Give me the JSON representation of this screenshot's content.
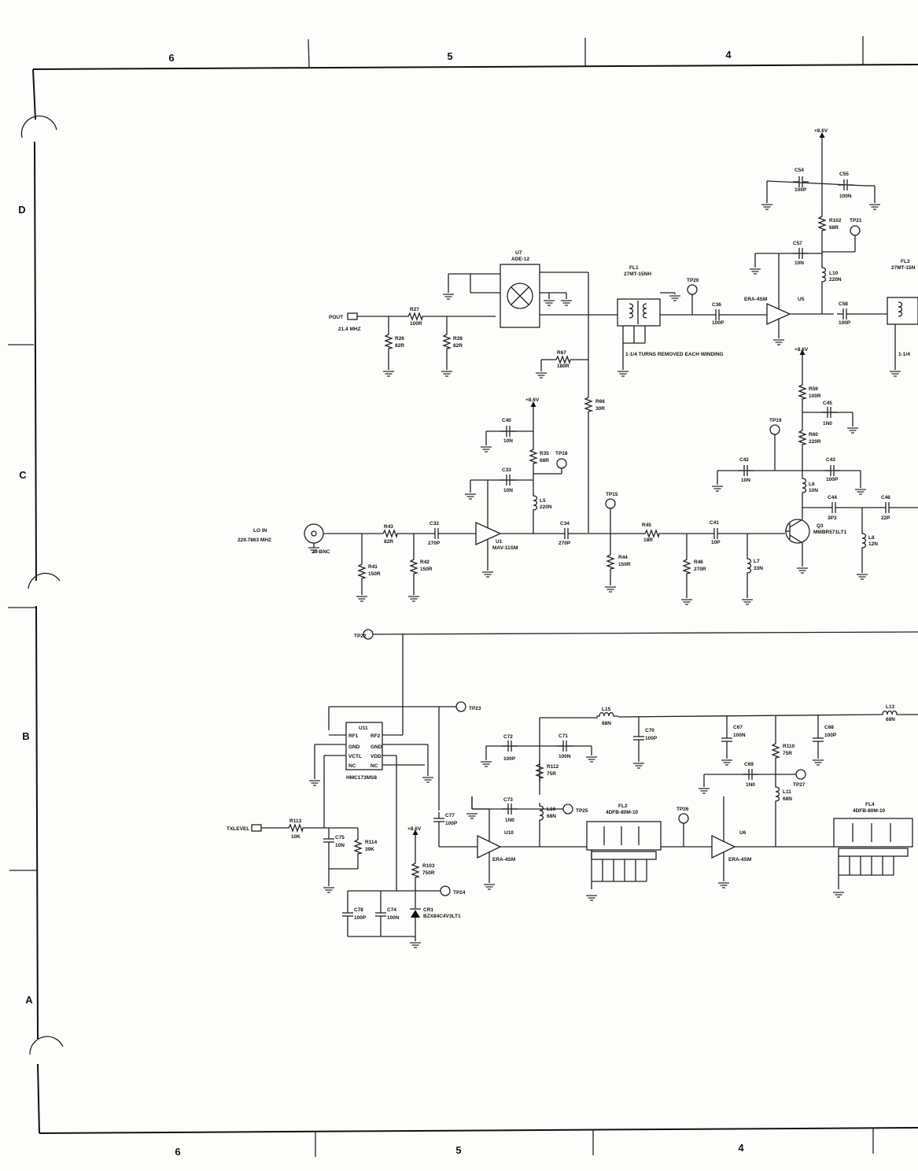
{
  "frame": {
    "col_labels_top": [
      "6",
      "5",
      "4"
    ],
    "col_labels_bottom": [
      "6",
      "5",
      "4"
    ],
    "row_labels": [
      "D",
      "C",
      "B",
      "A"
    ]
  },
  "nets": {
    "pout": "POUT",
    "pout_freq": "21.4 MHZ",
    "lo_in": "LO IN",
    "lo_freq": "229.7863 MHZ",
    "txlevel": "TXLEVEL",
    "vcc_a": "+8.6V",
    "vcc_b": "+8.6V",
    "vcc_c": "+8.6V",
    "vcc_d": "+8.6V"
  },
  "notes": {
    "fl1_winding": "1-1/4 TURNS REMOVED EACH WINDING",
    "fl3_partial": "1-1/4"
  },
  "parts": {
    "u7": "U7",
    "u7_val": "ADE-12",
    "fl1": "FL1",
    "fl1_val": "27MT-15NH",
    "fl3": "FL3",
    "fl3_val": "27MT-15N",
    "u5": "U5",
    "u5_val": "ERA-4SM",
    "u1": "U1",
    "u1_val": "MAV-11SM",
    "u10": "U10",
    "u10_val": "ERA-4SM",
    "u6": "U6",
    "u6_val": "ERA-4SM",
    "u11": "U11",
    "u11_val": "HMC173MS8",
    "q3": "Q3",
    "q3_val": "MMBR571LT1",
    "fl2": "FL2",
    "fl2_val": "4DFB-80M-10",
    "fl4": "FL4",
    "fl4_val": "4DFB-80M-10",
    "d1": "CR1",
    "d1_val": "BZX84C4V3LT1",
    "j1_val": "J4-BNC",
    "r27": "R27",
    "r27_val": "100R",
    "r26": "R26",
    "r26_val": "82R",
    "r28": "R28",
    "r28_val": "82R",
    "r67": "R67",
    "r67_val": "180R",
    "r66": "R66",
    "r66_val": "30R",
    "c40": "C40",
    "c40_val": "10N",
    "r35": "R35",
    "r35_val": "68R",
    "c33": "C33",
    "c33_val": "10N",
    "l5": "L5",
    "l5_val": "220N",
    "r43": "R43",
    "r43_val": "82R",
    "c32": "C32",
    "c32_val": "270P",
    "r41": "R41",
    "r41_val": "150R",
    "r42": "R42",
    "r42_val": "150R",
    "c34": "C34",
    "c34_val": "270P",
    "r44": "R44",
    "r44_val": "150R",
    "r45": "R45",
    "r45_val": "18R",
    "r46": "R46",
    "r46_val": "270R",
    "c41": "C41",
    "c41_val": "10P",
    "l7": "L7",
    "l7_val": "33N",
    "c54": "C54",
    "c54_val": "100P",
    "c55": "C55",
    "c55_val": "100N",
    "r102": "R102",
    "r102_val": "68R",
    "c57": "C57",
    "c57_val": "10N",
    "l10": "L10",
    "l10_val": "220N",
    "c36": "C36",
    "c36_val": "100P",
    "c58": "C58",
    "c58_val": "100P",
    "r59": "R59",
    "r59_val": "100R",
    "c45": "C45",
    "c45_val": "1N0",
    "r60": "R60",
    "r60_val": "220R",
    "c42": "C42",
    "c42_val": "10N",
    "c43": "C43",
    "c43_val": "100P",
    "l6": "L6",
    "l6_val": "10N",
    "c44": "C44",
    "c44_val": "3P3",
    "c46": "C46",
    "c46_val": "22P",
    "l8": "L8",
    "l8_val": "12N",
    "tp20": "TP20",
    "tp21": "TP21",
    "tp19": "TP19",
    "tp18": "TP18",
    "tp15": "TP15",
    "tp22": "TP22",
    "tp23": "TP23",
    "tp24": "TP24",
    "tp25": "TP25",
    "tp26": "TP26",
    "tp27": "TP27",
    "l15": "L15",
    "l15_val": "68N",
    "c70": "C70",
    "c70_val": "100P",
    "c67": "C67",
    "c67_val": "100N",
    "c68": "C68",
    "c68_val": "100P",
    "l13": "L13",
    "l13_val": "68N",
    "c72": "C72",
    "c72_val": "100P",
    "c71": "C71",
    "c71_val": "100N",
    "r112": "R112",
    "r112_val": "75R",
    "c73": "C73",
    "c73_val": "1N0",
    "l16": "L16",
    "l16_val": "68N",
    "r110": "R110",
    "r110_val": "75R",
    "c69": "C69",
    "c69_val": "1N0",
    "l11": "L11",
    "l11_val": "68N",
    "c77": "C77",
    "c77_val": "100P",
    "r113": "R113",
    "r113_val": "10K",
    "c75": "C75",
    "c75_val": "10N",
    "r114": "R114",
    "r114_val": "39K",
    "r103": "R103",
    "r103_val": "750R",
    "c78": "C78",
    "c78_val": "100P",
    "c74": "C74",
    "c74_val": "100N"
  },
  "u11_pins": [
    "RF1",
    "GND",
    "VCTL",
    "NC",
    "RF2",
    "GND",
    "VDD",
    "NC"
  ]
}
